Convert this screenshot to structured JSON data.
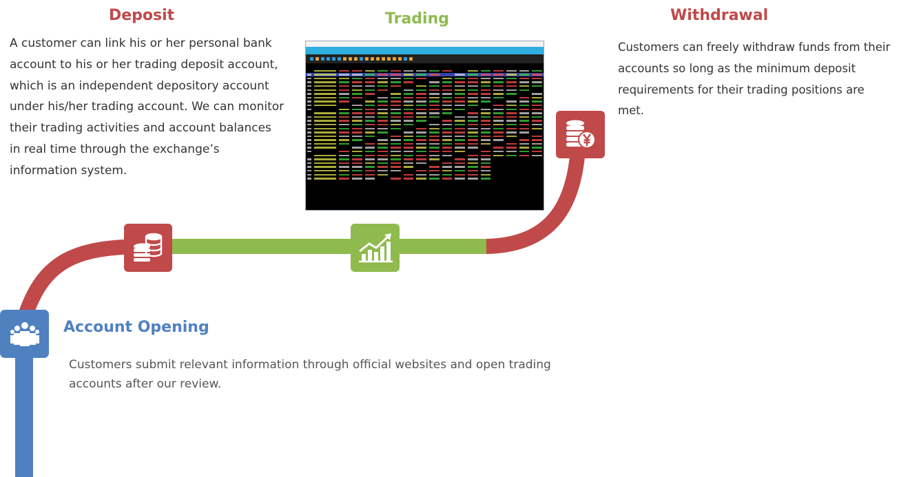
{
  "colors": {
    "red": "#c0494a",
    "green": "#8fba4e",
    "blue": "#4f81c1",
    "text": "#333333"
  },
  "steps": {
    "account_opening": {
      "title": "Account Opening",
      "description": "Customers submit relevant information through official websites and open trading accounts after our review.",
      "icon": "people-group-icon"
    },
    "deposit": {
      "title": "Deposit",
      "description": "A customer can link his or her personal bank account to his or her trading deposit account, which is an independent depository account under his/her trading account. We can monitor their trading activities and account balances in real time through the exchange’s information system.",
      "icon": "coin-stack-icon"
    },
    "trading": {
      "title": "Trading",
      "icon": "rising-chart-icon"
    },
    "withdrawal": {
      "title": "Withdrawal",
      "description": "Customers can freely withdraw funds from their accounts so long as the minimum deposit requirements for their trading positions are met.",
      "icon": "yen-coins-icon"
    }
  }
}
